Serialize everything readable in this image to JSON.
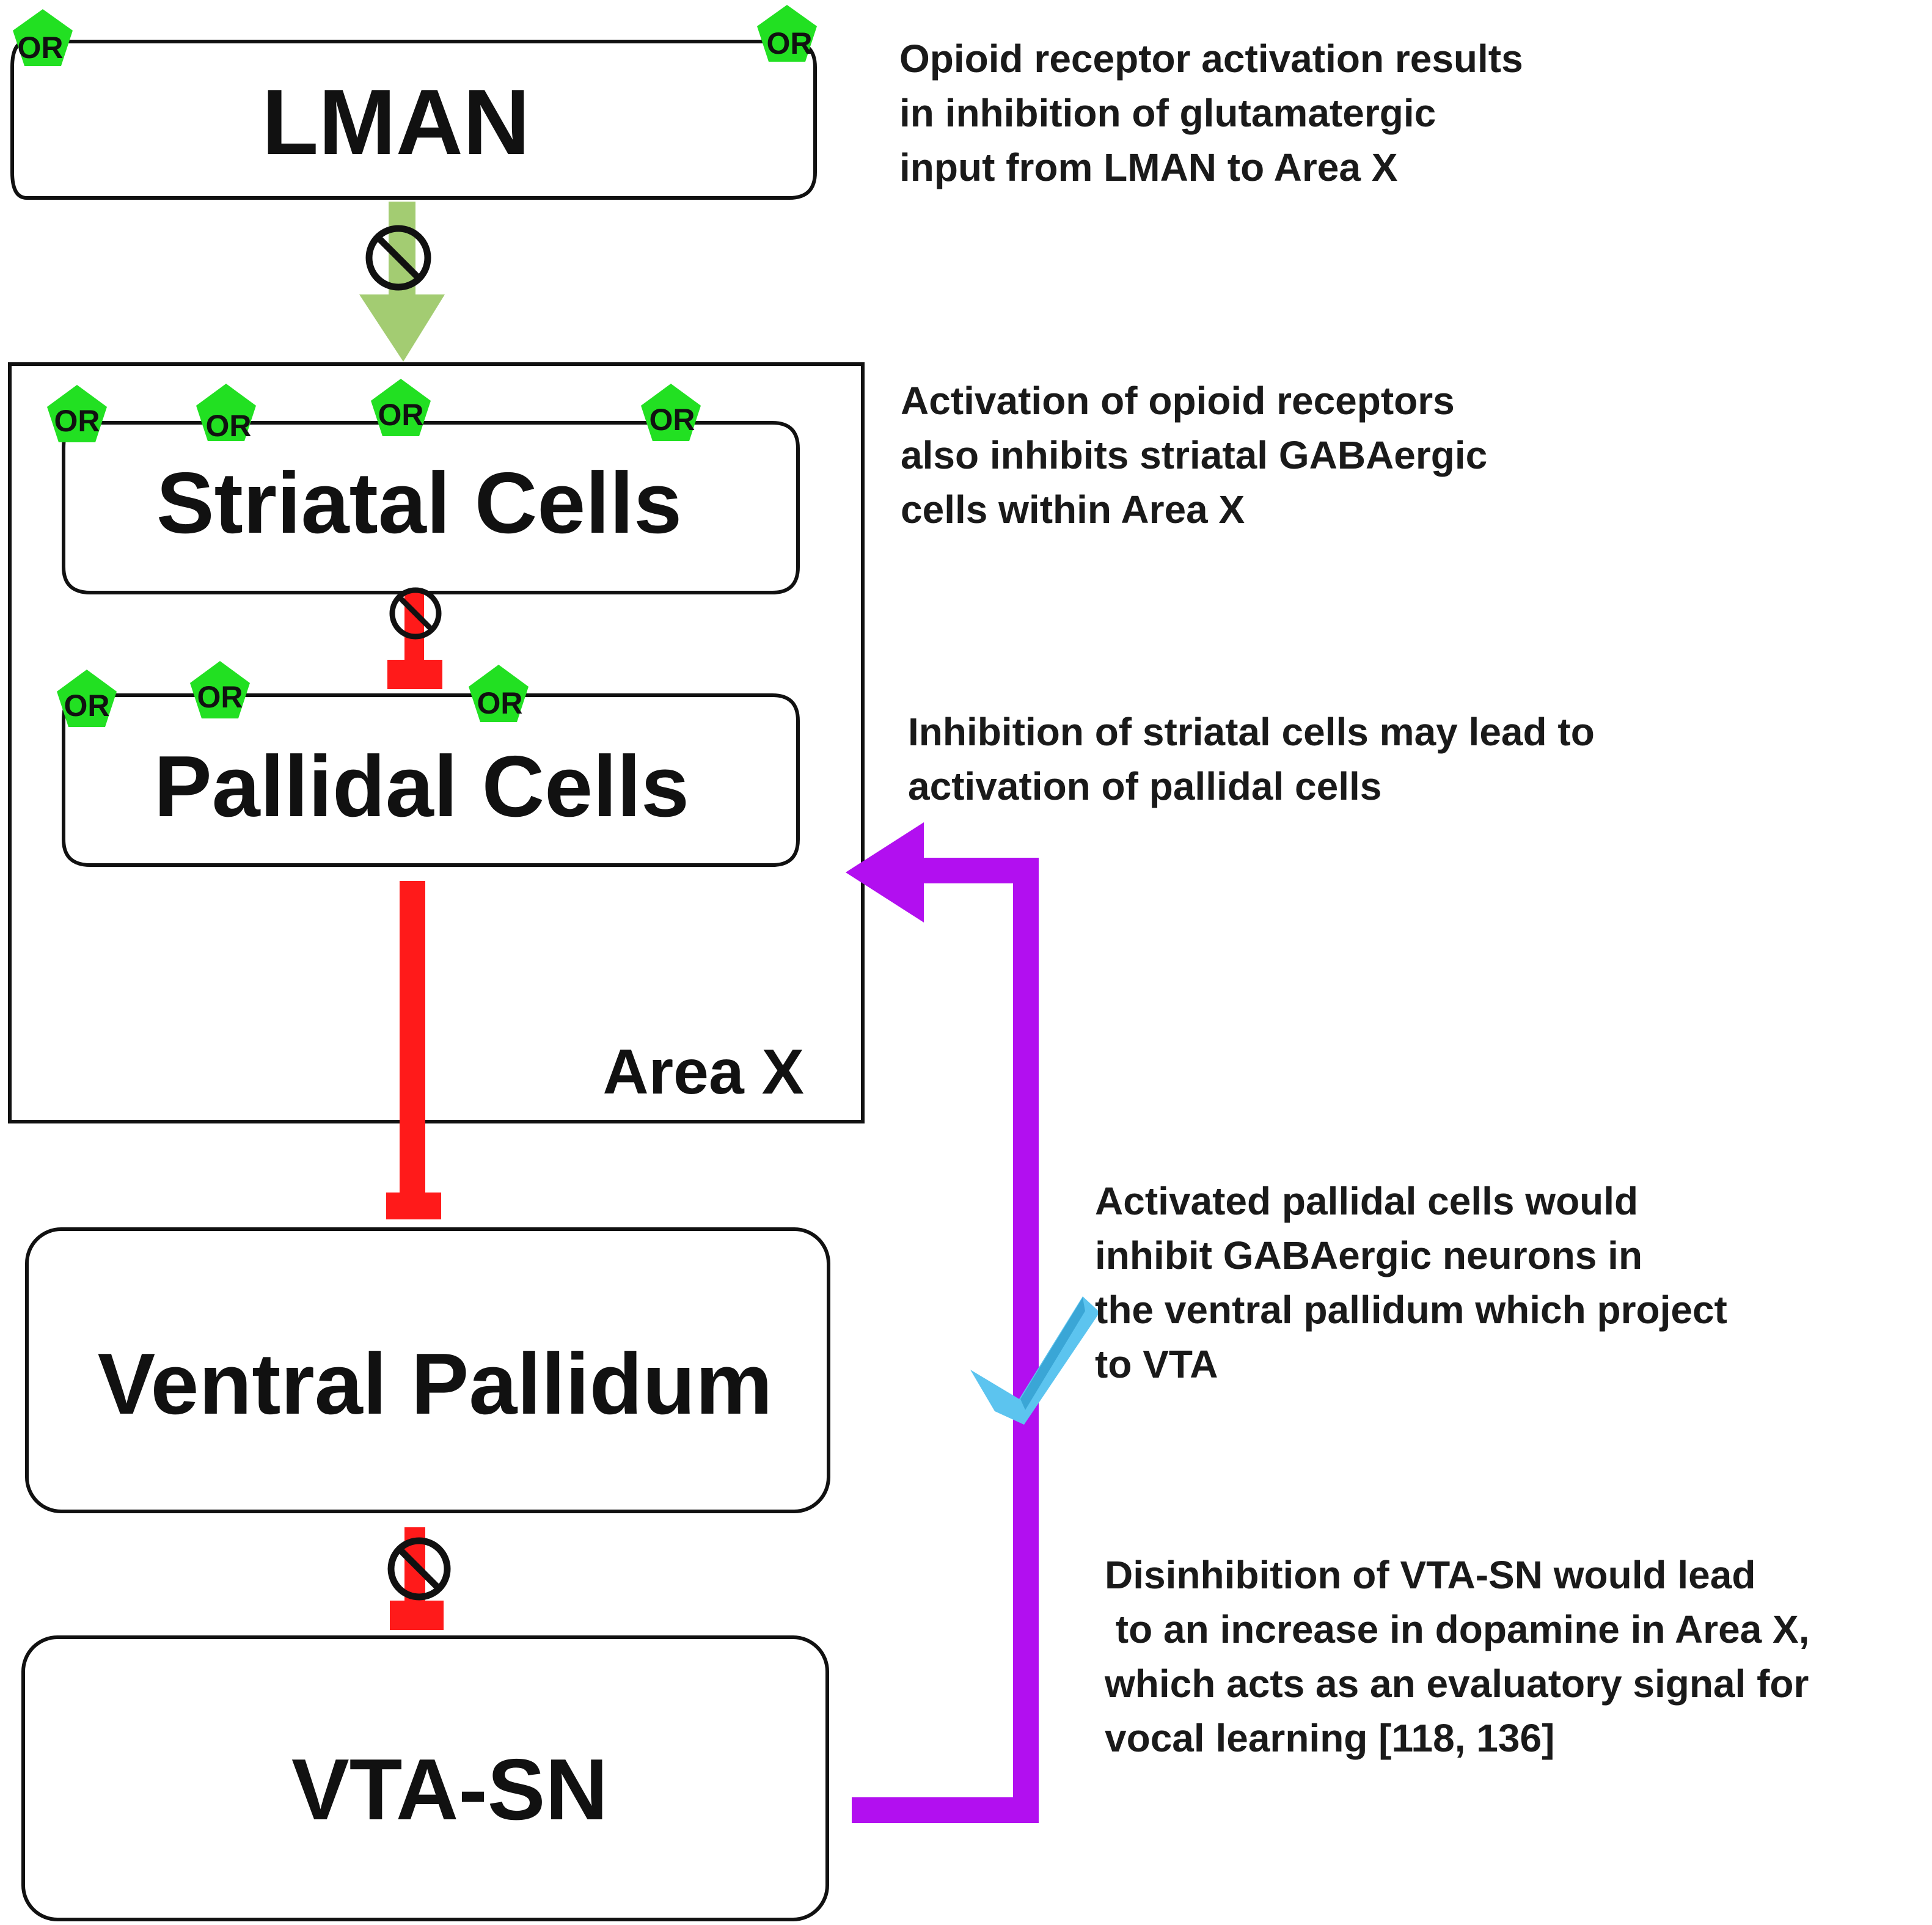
{
  "boxes": {
    "lman": "LMAN",
    "area_x": "Area X",
    "striatal": "Striatal Cells",
    "pallidal": "Pallidal Cells",
    "ventral_pallidum": "Ventral Pallidum",
    "vta_sn": "VTA-SN"
  },
  "receptor_label": "OR",
  "annotations": {
    "lman_note": "Opioid receptor activation results\nin inhibition of glutamatergic\ninput from LMAN to Area X",
    "striatal_note": "Activation of opioid receptors\nalso inhibits striatal GABAergic\ncells within Area X",
    "pallidal_note": "Inhibition of striatal cells may lead to\nactivation of pallidal cells",
    "ventral_pallidum_note": "Activated pallidal cells would\ninhibit GABAergic neurons in\nthe ventral pallidum which project\nto VTA",
    "vta_note": "Disinhibition of VTA-SN would lead\n to an increase in dopamine in Area X,\nwhich acts as an evaluatory signal for\nvocal learning [118, 136]"
  },
  "colors": {
    "receptor_fill": "#22e022",
    "excitatory_arrow": "#a3cc72",
    "inhibitory_path": "#ff1a1a",
    "dopamine_path": "#b20ff0",
    "check_mark": "#5cc4ef",
    "outline": "#111111"
  },
  "icons": {
    "blocked": "prohibition-icon",
    "confirmed": "check-mark-icon",
    "receptor": "pentagon-receptor-icon"
  }
}
